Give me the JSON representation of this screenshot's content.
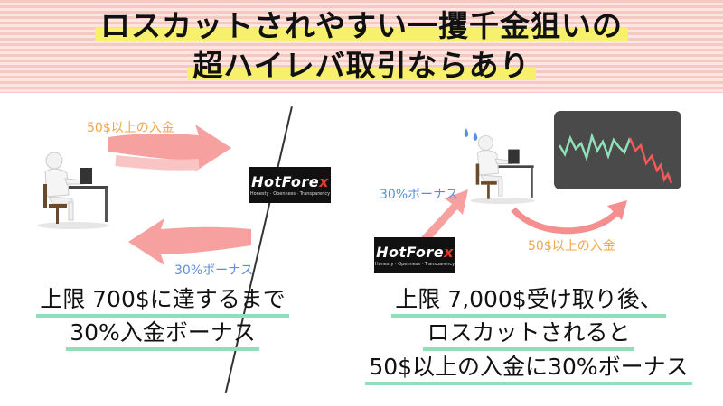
{
  "title": {
    "line1": "ロスカットされやすい一攫千金狙いの",
    "line2": "超ハイレバ取引ならあり"
  },
  "left": {
    "deposit_label": "50$以上の入金",
    "bonus_label": "30%ボーナス",
    "caption_line1": "上限 700$に達するまで",
    "caption_line2": "30%入金ボーナス"
  },
  "right": {
    "bonus_label": "30%ボーナス",
    "deposit_label": "50$以上の入金",
    "caption_line1": "上限 7,000$受け取り後、",
    "caption_line2": "ロスカットされると",
    "caption_line3": "50$以上の入金に30%ボーナス"
  },
  "logo": {
    "name_part1": "Hot",
    "name_part2": "Fore",
    "name_part3": "x",
    "tagline": "Honesty · Openness · Transparency"
  },
  "colors": {
    "header_stripe": "#f7c8c1",
    "highlight_yellow": "#f6f06c",
    "caption_underline": "#8fe0b8",
    "arrow_pink": "#f58f8f",
    "label_orange": "#f0a64b",
    "label_blue": "#5b8fdc",
    "chart_green": "#8fe0b8",
    "chart_red": "#f05a5a"
  }
}
